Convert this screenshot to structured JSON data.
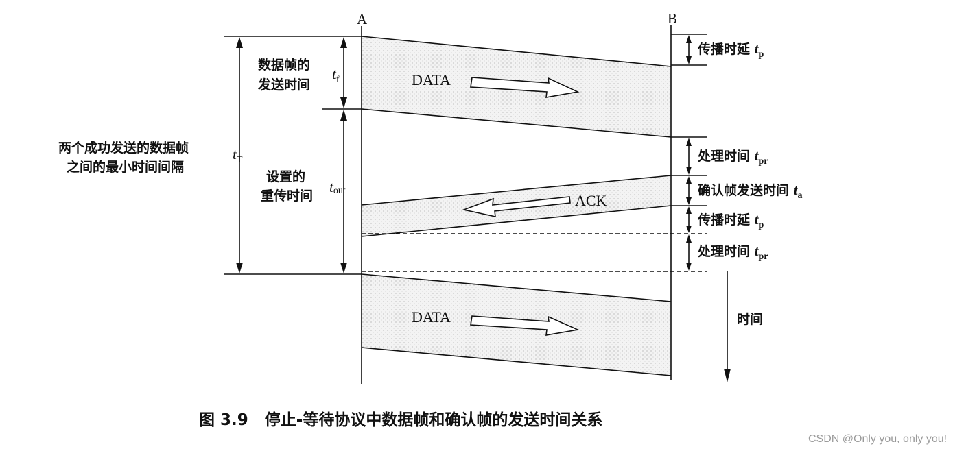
{
  "nodes": {
    "station_a": "A",
    "station_b": "B"
  },
  "frames": {
    "data_1": "DATA",
    "ack": "ACK",
    "data_2": "DATA"
  },
  "left_labels": {
    "min_interval_line1": "两个成功发送的数据帧",
    "min_interval_line2": "之间的最小时间间隔",
    "send_time_line1": "数据帧的",
    "send_time_line2": "发送时间",
    "timeout_line1": "设置的",
    "timeout_line2": "重传时间"
  },
  "symbols": {
    "t_T": {
      "base": "t",
      "sub": "T"
    },
    "t_f": {
      "base": "t",
      "sub": "f"
    },
    "t_out": {
      "base": "t",
      "sub": "out"
    }
  },
  "right_labels": {
    "prop_delay_1": {
      "text": "传播时延 ",
      "base": "t",
      "sub": "p"
    },
    "proc_time_1": {
      "text": "处理时间 ",
      "base": "t",
      "sub": "pr"
    },
    "ack_send_time": {
      "text": "确认帧发送时间 ",
      "base": "t",
      "sub": "a"
    },
    "prop_delay_2": {
      "text": "传播时延 ",
      "base": "t",
      "sub": "p"
    },
    "proc_time_2": {
      "text": "处理时间 ",
      "base": "t",
      "sub": "pr"
    }
  },
  "time_axis_label": "时间",
  "caption": "图 3.9   停止-等待协议中数据帧和确认帧的发送时间关系",
  "watermark": "CSDN @Only you, only you!",
  "colors": {
    "line": "#111111",
    "band": "#e9e9e9",
    "watermark": "#9a9a9a"
  }
}
